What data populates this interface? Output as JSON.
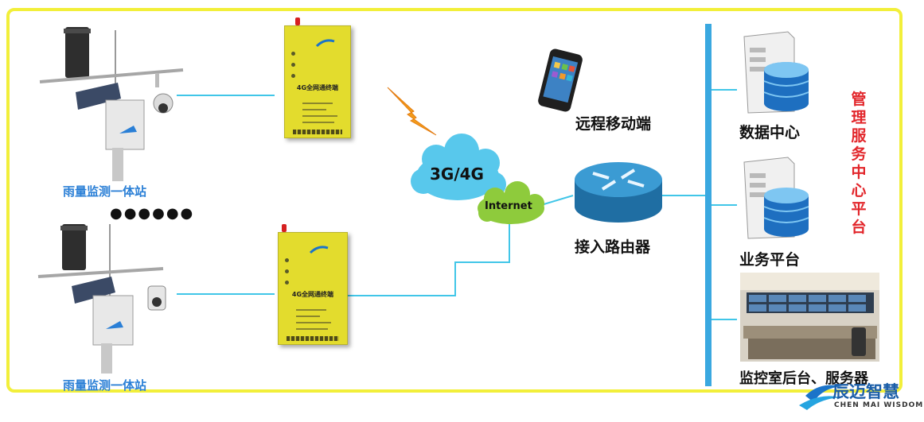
{
  "stations": [
    {
      "label": "雨量监测一体站"
    },
    {
      "label": "雨量监测一体站"
    }
  ],
  "ellipsis": "●●●●●●",
  "terminals": [
    {
      "title": "4G全网通终端"
    },
    {
      "title": "4G全网通终端"
    }
  ],
  "network": {
    "cloud_main": "3G/4G",
    "cloud_small": "Internet",
    "router_label": "接入路由器",
    "mobile_label": "远程移动端"
  },
  "platform": {
    "data_center": "数据中心",
    "business_platform": "业务平台",
    "monitor_room": "监控室后台、服务器",
    "side_title": [
      "管",
      "理",
      "服",
      "务",
      "中",
      "心",
      "平",
      "台"
    ]
  },
  "brand": {
    "name_cn": "辰迈智慧",
    "name_en": "CHEN MAI WISDOM"
  },
  "colors": {
    "frame": "#f2ef3a",
    "wire": "#41c6e8",
    "bus": "#3aa8e0",
    "station_label": "#2a7fd6",
    "side_title": "#e2262b",
    "router": "#2f8cc0",
    "cloud": "#58c8ec",
    "cloud_small": "#8ecb3c"
  }
}
